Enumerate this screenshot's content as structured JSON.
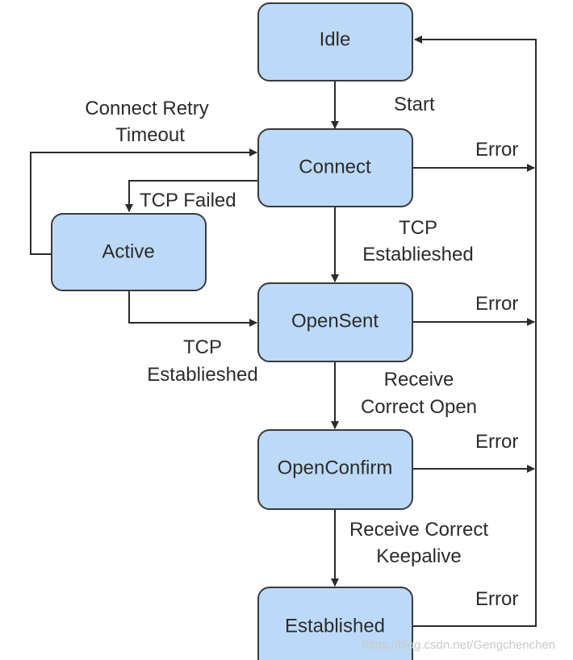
{
  "states": {
    "idle": "Idle",
    "connect": "Connect",
    "active": "Active",
    "opensent": "OpenSent",
    "openconfirm": "OpenConfirm",
    "established": "Established"
  },
  "edges": {
    "start": "Start",
    "connect_retry_1": "Connect Retry",
    "connect_retry_2": "Timeout",
    "tcp_failed": "TCP Failed",
    "tcp_est_right_1": "TCP",
    "tcp_est_right_2": "Establieshed",
    "tcp_est_left_1": "TCP",
    "tcp_est_left_2": "Establieshed",
    "receive_open_1": "Receive",
    "receive_open_2": "Correct Open",
    "receive_keepalive_1": "Receive Correct",
    "receive_keepalive_2": "Keepalive",
    "error_connect": "Error",
    "error_opensent": "Error",
    "error_openconfirm": "Error",
    "error_established": "Error"
  },
  "watermark": "https://blog.csdn.net/Gengchenchen",
  "colors": {
    "box_fill": "#bcdaf7",
    "box_stroke": "#3a3a3a",
    "line": "#2b2b2b"
  }
}
